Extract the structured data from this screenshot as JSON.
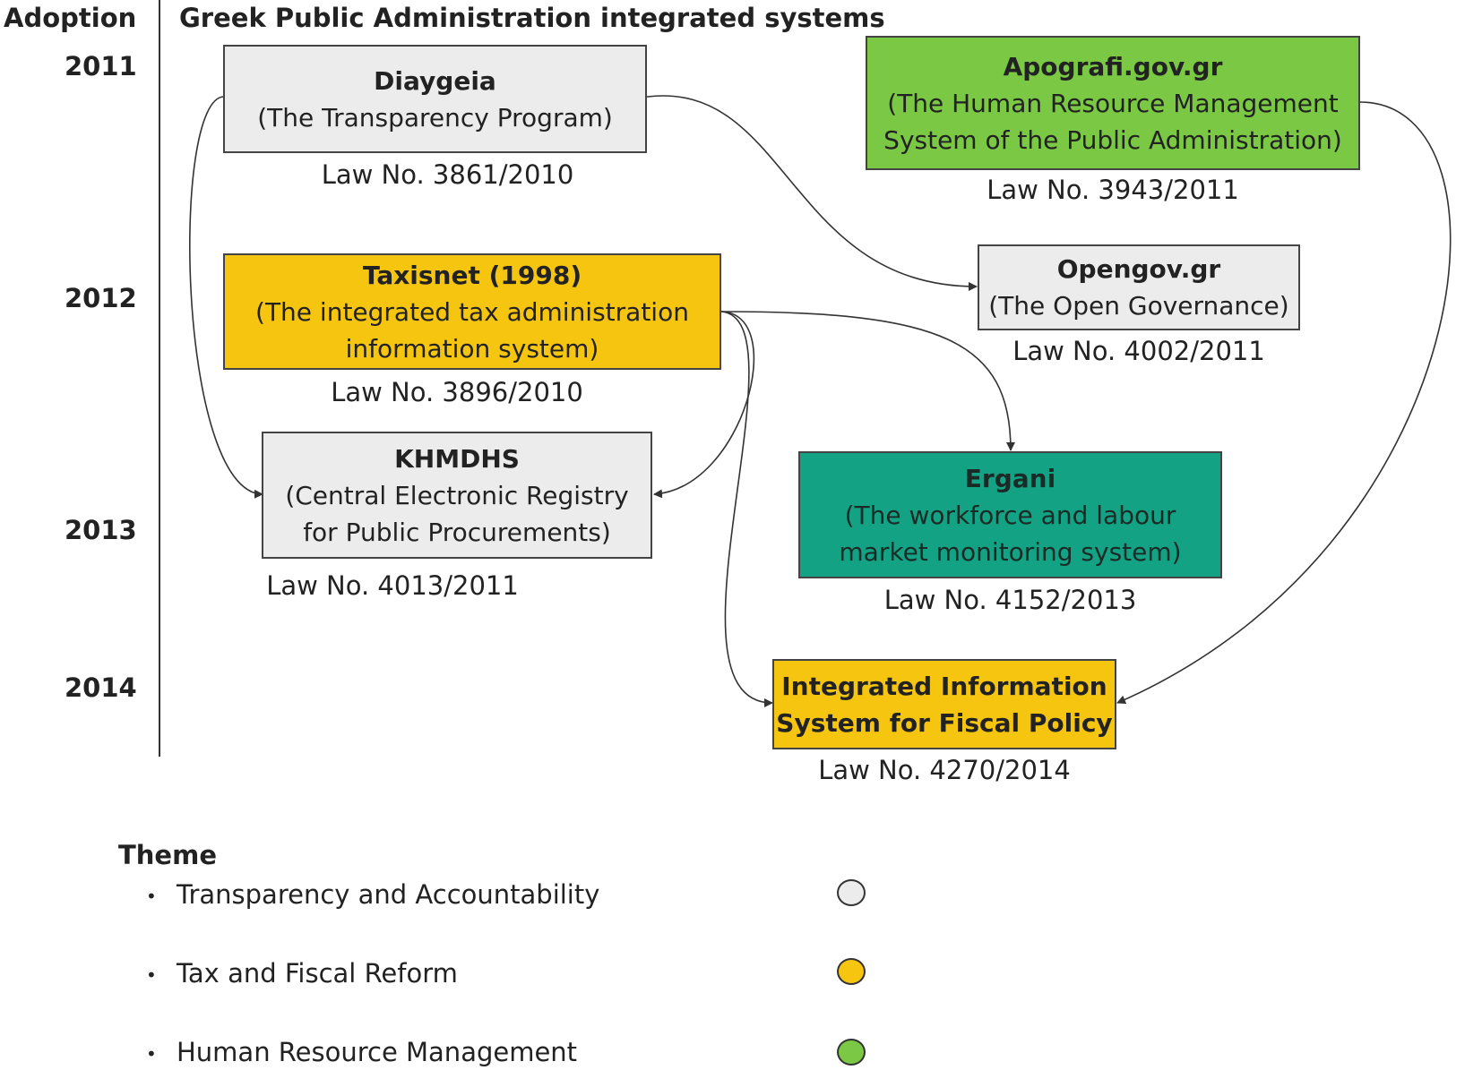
{
  "header": {
    "adoption": "Adoption",
    "title": "Greek Public Administration integrated systems"
  },
  "years": [
    "2011",
    "2012",
    "2013",
    "2014"
  ],
  "systems": {
    "diaygeia": {
      "title": "Diaygeia",
      "subtitle": "(The Transparency Program)",
      "law": "Law No. 3861/2010",
      "theme": "transparency"
    },
    "apografi": {
      "title": "Apografi.gov.gr",
      "subtitle": "(The Human Resource Management\nSystem of the Public Administration)",
      "law": "Law No. 3943/2011",
      "theme": "hr"
    },
    "opengov": {
      "title": "Opengov.gr",
      "subtitle": "(The Open Governance)",
      "law": "Law No. 4002/2011",
      "theme": "transparency"
    },
    "taxisnet": {
      "title": "Taxisnet (1998)",
      "subtitle": "(The integrated tax administration\ninformation system)",
      "law": "Law No. 3896/2010",
      "theme": "tax"
    },
    "khmdhs": {
      "title": "KHMDHS",
      "subtitle": "(Central Electronic Registry\nfor Public Procurements)",
      "law": "Law No. 4013/2011",
      "theme": "transparency"
    },
    "ergani": {
      "title": "Ergani",
      "subtitle": "(The workforce and labour\nmarket monitoring system)",
      "law": "Law No. 4152/2013",
      "theme": "employment"
    },
    "iisfp": {
      "title": "Integrated Information\nSystem for Fiscal Policy",
      "law": "Law No. 4270/2014",
      "theme": "tax"
    }
  },
  "links": [
    [
      "diaygeia",
      "opengov"
    ],
    [
      "diaygeia",
      "khmdhs"
    ],
    [
      "taxisnet",
      "khmdhs"
    ],
    [
      "taxisnet",
      "ergani"
    ],
    [
      "taxisnet",
      "iisfp"
    ],
    [
      "apografi",
      "iisfp"
    ]
  ],
  "colors": {
    "transparency": "#ececec",
    "tax": "#f6c510",
    "hr": "#7ac843",
    "employment": "#13a283"
  },
  "legend": {
    "title": "Theme",
    "items": [
      {
        "label": "Transparency and Accountability",
        "color": "#ececec"
      },
      {
        "label": "Tax and Fiscal Reform",
        "color": "#f6c510"
      },
      {
        "label": "Human Resource Management",
        "color": "#7ac843"
      }
    ]
  }
}
